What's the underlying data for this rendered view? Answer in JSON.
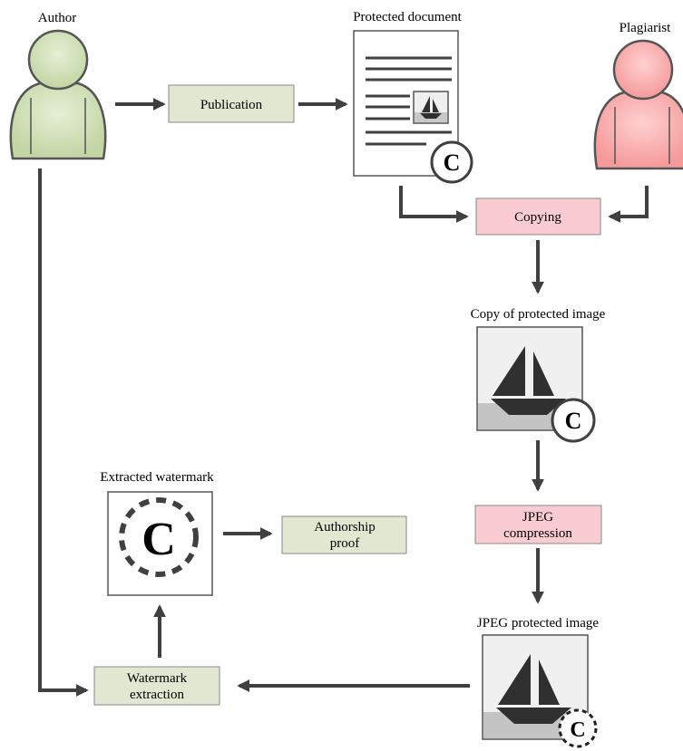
{
  "actors": {
    "author": "Author",
    "plagiarist": "Plagiarist"
  },
  "labels": {
    "protected_document": "Protected document",
    "copy_of_protected_image": "Copy of protected image",
    "jpeg_protected_image": "JPEG protected image",
    "extracted_watermark": "Extracted watermark"
  },
  "steps": {
    "publication": "Publication",
    "copying": "Copying",
    "jpeg_line1": "JPEG",
    "jpeg_line2": "compression",
    "watermark_line1": "Watermark",
    "watermark_line2": "extraction",
    "authorship_line1": "Authorship",
    "authorship_line2": "proof"
  },
  "copyright_symbol": "C",
  "colors": {
    "author": "#d3e2bd",
    "plagiarist": "#f8a8a8",
    "green_box": "#e1e7d0",
    "pink_box": "#f8ccd0",
    "arrow": "#404040"
  }
}
